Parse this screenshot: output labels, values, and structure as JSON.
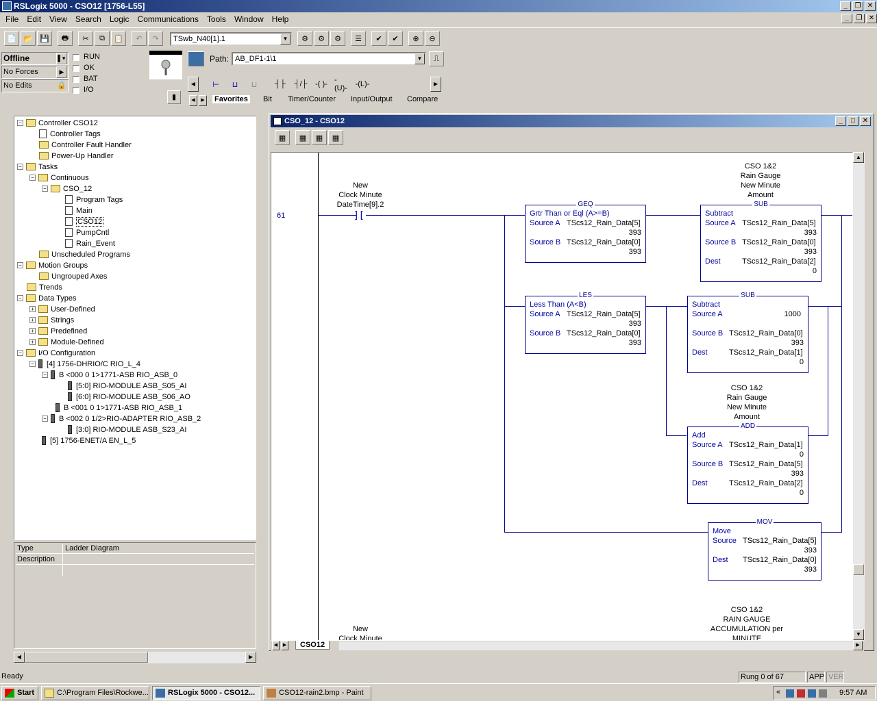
{
  "window": {
    "title": "RSLogix 5000 - CSO12 [1756-L55]"
  },
  "menu": [
    "File",
    "Edit",
    "View",
    "Search",
    "Logic",
    "Communications",
    "Tools",
    "Window",
    "Help"
  ],
  "toolbar": {
    "tag_combo": "TSwb_N40[1].1"
  },
  "status_panel": {
    "mode": "Offline",
    "forces": "No Forces",
    "edits": "No Edits",
    "leds": [
      "RUN",
      "OK",
      "BAT",
      "I/O"
    ]
  },
  "path": {
    "label": "Path:",
    "value": "AB_DF1-1\\1"
  },
  "instr_tabs": [
    "Favorites",
    "Bit",
    "Timer/Counter",
    "Input/Output",
    "Compare"
  ],
  "tree": [
    "Controller CSO12",
    "Controller Tags",
    "Controller Fault Handler",
    "Power-Up Handler",
    "Tasks",
    "Continuous",
    "CSO_12",
    "Program Tags",
    "Main",
    "CSO12",
    "PumpCntl",
    "Rain_Event",
    "Unscheduled Programs",
    "Motion Groups",
    "Ungrouped Axes",
    "Trends",
    "Data Types",
    "User-Defined",
    "Strings",
    "Predefined",
    "Module-Defined",
    "I/O Configuration",
    "[4] 1756-DHRIO/C RIO_L_4",
    "B <000 0 1>1771-ASB RIO_ASB_0",
    "[5:0] RIO-MODULE ASB_S05_AI",
    "[6:0] RIO-MODULE ASB_S06_AO",
    "B <001 0 1>1771-ASB RIO_ASB_1",
    "B <002 0 1/2>RIO-ADAPTER RIO_ASB_2",
    "[3:0] RIO-MODULE ASB_S23_AI",
    "[5] 1756-ENET/A EN_L_5"
  ],
  "props": {
    "type_label": "Type",
    "type_value": "Ladder Diagram",
    "desc_label": "Description"
  },
  "routine": {
    "title": "CSO_12 - CSO12",
    "tab": "CSO12"
  },
  "rung": {
    "number": "61",
    "contact": {
      "l1": "New",
      "l2": "Clock Minute",
      "tag": "DateTime[9].2"
    },
    "geq": {
      "mnem": "GEQ",
      "title": "Grtr Than or Eql (A>=B)",
      "srcA_lbl": "Source A",
      "srcA": "TScs12_Rain_Data[5]",
      "srcA_v": "393",
      "srcB_lbl": "Source B",
      "srcB": "TScs12_Rain_Data[0]",
      "srcB_v": "393"
    },
    "sub1_desc": [
      "CSO 1&2",
      "Rain Gauge",
      "New Minute",
      "Amount"
    ],
    "sub1": {
      "mnem": "SUB",
      "title": "Subtract",
      "srcA_lbl": "Source A",
      "srcA": "TScs12_Rain_Data[5]",
      "srcA_v": "393",
      "srcB_lbl": "Source B",
      "srcB": "TScs12_Rain_Data[0]",
      "srcB_v": "393",
      "dest_lbl": "Dest",
      "dest": "TScs12_Rain_Data[2]",
      "dest_v": "0"
    },
    "les": {
      "mnem": "LES",
      "title": "Less Than (A<B)",
      "srcA_lbl": "Source A",
      "srcA": "TScs12_Rain_Data[5]",
      "srcA_v": "393",
      "srcB_lbl": "Source B",
      "srcB": "TScs12_Rain_Data[0]",
      "srcB_v": "393"
    },
    "sub2": {
      "mnem": "SUB",
      "title": "Subtract",
      "srcA_lbl": "Source A",
      "srcA_v": "1000",
      "srcB_lbl": "Source B",
      "srcB": "TScs12_Rain_Data[0]",
      "srcB_v": "393",
      "dest_lbl": "Dest",
      "dest": "TScs12_Rain_Data[1]",
      "dest_v": "0"
    },
    "add_desc": [
      "CSO 1&2",
      "Rain Gauge",
      "New Minute",
      "Amount"
    ],
    "add": {
      "mnem": "ADD",
      "title": "Add",
      "srcA_lbl": "Source A",
      "srcA": "TScs12_Rain_Data[1]",
      "srcA_v": "0",
      "srcB_lbl": "Source B",
      "srcB": "TScs12_Rain_Data[5]",
      "srcB_v": "393",
      "dest_lbl": "Dest",
      "dest": "TScs12_Rain_Data[2]",
      "dest_v": "0"
    },
    "mov": {
      "mnem": "MOV",
      "title": "Move",
      "src_lbl": "Source",
      "src": "TScs12_Rain_Data[5]",
      "src_v": "393",
      "dest_lbl": "Dest",
      "dest": "TScs12_Rain_Data[0]",
      "dest_v": "393"
    }
  },
  "next_rung": {
    "l1": "New",
    "l2": "Clock Minute",
    "desc": [
      "CSO 1&2",
      "RAIN GAUGE",
      "ACCUMULATION per",
      "MINUTE"
    ]
  },
  "status": {
    "ready": "Ready",
    "rung": "Rung 0 of 67",
    "app": "APP",
    "ver": "VER"
  },
  "taskbar": {
    "start": "Start",
    "tasks": [
      "C:\\Program Files\\Rockwe...",
      "RSLogix 5000 - CSO12...",
      "CSO12-rain2.bmp - Paint"
    ],
    "clock": "9:57 AM"
  }
}
